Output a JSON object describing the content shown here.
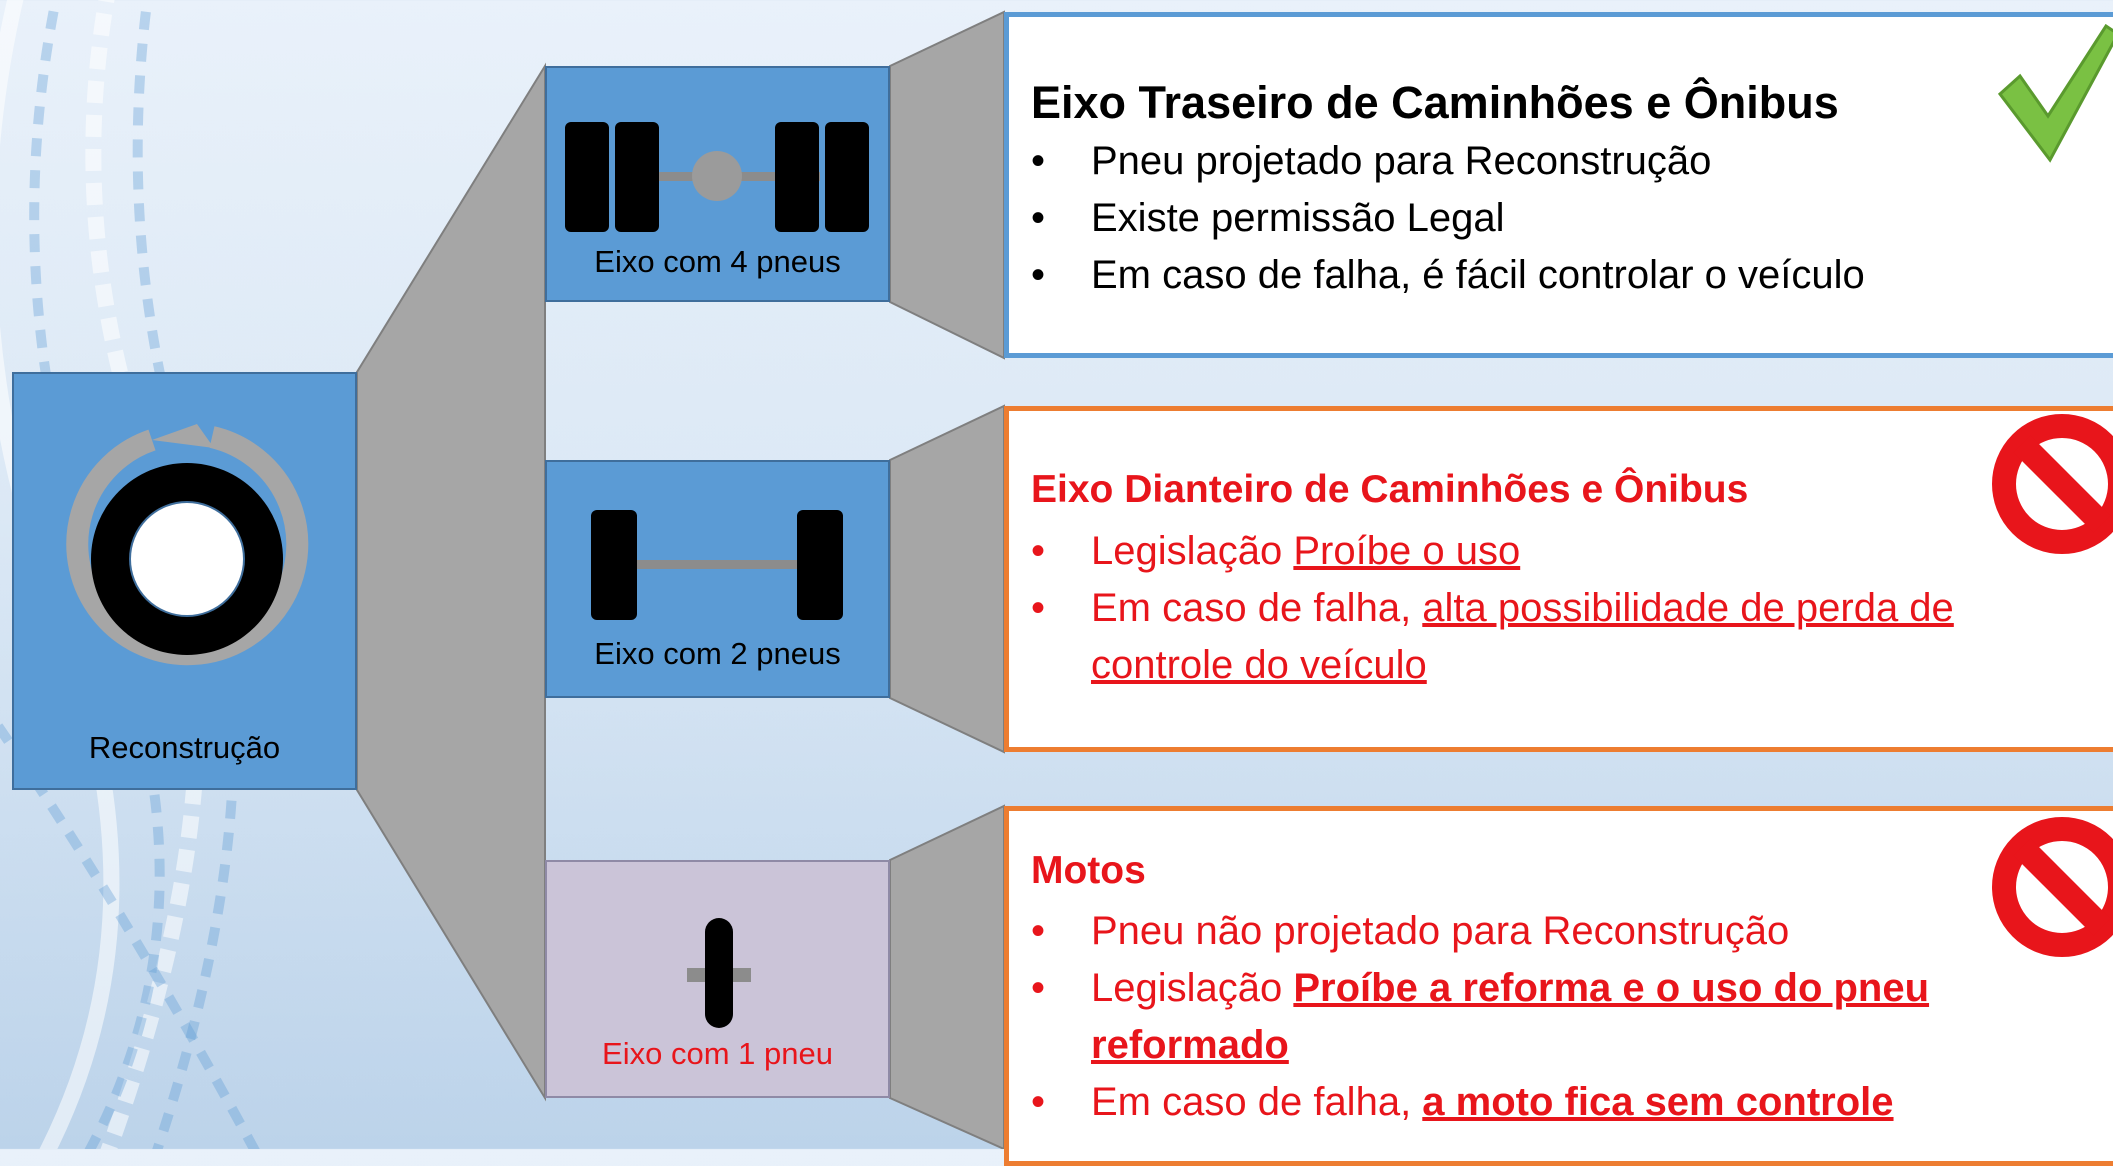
{
  "diagram": {
    "root": {
      "label": "Reconstrução"
    },
    "axles": [
      {
        "label": "Eixo com 4 pneus"
      },
      {
        "label": "Eixo com 2 pneus"
      },
      {
        "label": "Eixo com 1 pneu"
      }
    ],
    "info": [
      {
        "title": "Eixo Traseiro de Caminhões e Ônibus",
        "status_icon": "check-icon",
        "bullets": [
          "Pneu projetado para Reconstrução",
          "Existe permissão Legal",
          "Em caso de falha, é fácil controlar o veículo"
        ]
      },
      {
        "title": "Eixo Dianteiro de Caminhões e Ônibus",
        "status_icon": "prohibited-icon",
        "bullets": [
          {
            "prefix": "Legislação ",
            "emphasis": "Proíbe o uso"
          },
          {
            "prefix": "Em caso de falha, ",
            "emphasis": "alta possibilidade de perda de controle do veículo"
          }
        ]
      },
      {
        "title": "Motos",
        "status_icon": "prohibited-icon",
        "bullets": [
          "Pneu não projetado para Reconstrução",
          {
            "prefix": "Legislação ",
            "emphasis": "Proíbe a reforma e o uso do pneu reformado"
          },
          {
            "prefix": "Em caso de falha, ",
            "emphasis": "a moto fica sem controle"
          }
        ]
      }
    ],
    "colors": {
      "axle_box": "#5b9bd5",
      "moto_box": "#cbc4d8",
      "connector": "#a6a6a6",
      "ok_border": "#5b9bd5",
      "warning_border": "#ed7d31",
      "warning_text": "#e8151b",
      "check": "#7ac143",
      "prohibited": "#e8151b"
    }
  }
}
